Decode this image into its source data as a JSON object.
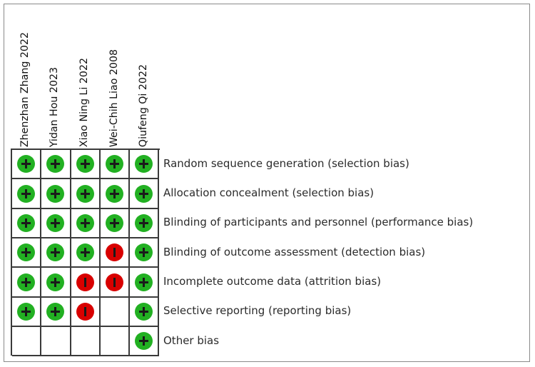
{
  "figure": {
    "type": "risk-of-bias-summary",
    "border_color": "#8a8a8a",
    "grid_line_color": "#3a3a3a",
    "background": "#ffffff"
  },
  "legend_colors": {
    "low_risk": "#22b022",
    "high_risk": "#d80000",
    "not_assessed": "#ffffff"
  },
  "columns": [
    {
      "label": "Zhenzhan Zhang 2022"
    },
    {
      "label": "Yidan Hou 2023"
    },
    {
      "label": "Xiao Ning Li 2022"
    },
    {
      "label": "Wei-Chih Liao 2008"
    },
    {
      "label": "Qiufeng Qi 2022"
    }
  ],
  "rows": [
    {
      "label": "Random sequence generation (selection bias)",
      "cells": [
        {
          "judgement": "low",
          "icon": "plus-icon"
        },
        {
          "judgement": "low",
          "icon": "plus-icon"
        },
        {
          "judgement": "low",
          "icon": "plus-icon"
        },
        {
          "judgement": "low",
          "icon": "plus-icon"
        },
        {
          "judgement": "low",
          "icon": "plus-icon"
        }
      ]
    },
    {
      "label": "Allocation concealment (selection bias)",
      "cells": [
        {
          "judgement": "low",
          "icon": "plus-icon"
        },
        {
          "judgement": "low",
          "icon": "plus-icon"
        },
        {
          "judgement": "low",
          "icon": "plus-icon"
        },
        {
          "judgement": "low",
          "icon": "plus-icon"
        },
        {
          "judgement": "low",
          "icon": "plus-icon"
        }
      ]
    },
    {
      "label": "Blinding of participants and personnel (performance bias)",
      "cells": [
        {
          "judgement": "low",
          "icon": "plus-icon"
        },
        {
          "judgement": "low",
          "icon": "plus-icon"
        },
        {
          "judgement": "low",
          "icon": "plus-icon"
        },
        {
          "judgement": "low",
          "icon": "plus-icon"
        },
        {
          "judgement": "low",
          "icon": "plus-icon"
        }
      ]
    },
    {
      "label": "Blinding of outcome assessment (detection bias)",
      "cells": [
        {
          "judgement": "low",
          "icon": "plus-icon"
        },
        {
          "judgement": "low",
          "icon": "plus-icon"
        },
        {
          "judgement": "low",
          "icon": "plus-icon"
        },
        {
          "judgement": "high",
          "icon": "minus-icon"
        },
        {
          "judgement": "low",
          "icon": "plus-icon"
        }
      ]
    },
    {
      "label": "Incomplete outcome data (attrition bias)",
      "cells": [
        {
          "judgement": "low",
          "icon": "plus-icon"
        },
        {
          "judgement": "low",
          "icon": "plus-icon"
        },
        {
          "judgement": "high",
          "icon": "minus-icon"
        },
        {
          "judgement": "high",
          "icon": "minus-icon"
        },
        {
          "judgement": "low",
          "icon": "plus-icon"
        }
      ]
    },
    {
      "label": "Selective reporting (reporting bias)",
      "cells": [
        {
          "judgement": "low",
          "icon": "plus-icon"
        },
        {
          "judgement": "low",
          "icon": "plus-icon"
        },
        {
          "judgement": "high",
          "icon": "minus-icon"
        },
        {
          "judgement": "none",
          "icon": ""
        },
        {
          "judgement": "low",
          "icon": "plus-icon"
        }
      ]
    },
    {
      "label": "Other bias",
      "cells": [
        {
          "judgement": "none",
          "icon": ""
        },
        {
          "judgement": "none",
          "icon": ""
        },
        {
          "judgement": "none",
          "icon": ""
        },
        {
          "judgement": "none",
          "icon": ""
        },
        {
          "judgement": "low",
          "icon": "plus-icon"
        }
      ]
    }
  ]
}
